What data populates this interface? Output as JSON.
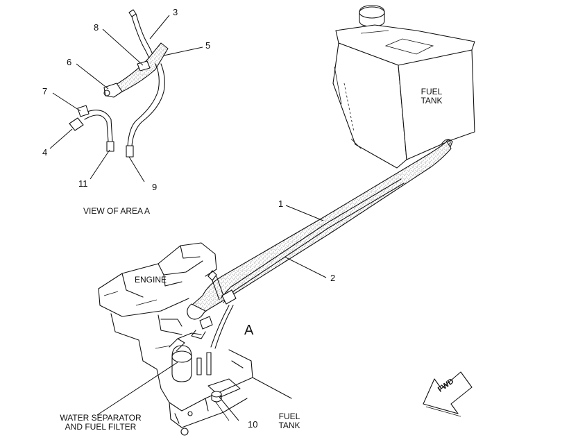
{
  "labels": {
    "fuel_tank_top": "FUEL\nTANK",
    "engine": "ENGINE",
    "area_a": "A",
    "view_of_area_a": "VIEW OF AREA  A",
    "water_separator": "WATER SEPARATOR\nAND FUEL FILTER",
    "fuel_tank_bottom": "FUEL\nTANK",
    "fwd": "FWD"
  },
  "callouts": {
    "c1": "1",
    "c2": "2",
    "c3": "3",
    "c4": "4",
    "c5": "5",
    "c6": "6",
    "c7": "7",
    "c8": "8",
    "c9": "9",
    "c10": "10",
    "c11": "11"
  },
  "icons": {
    "direction_arrow": "fwd-arrow-icon"
  },
  "colors": {
    "ink": "#111111",
    "background": "#ffffff"
  }
}
